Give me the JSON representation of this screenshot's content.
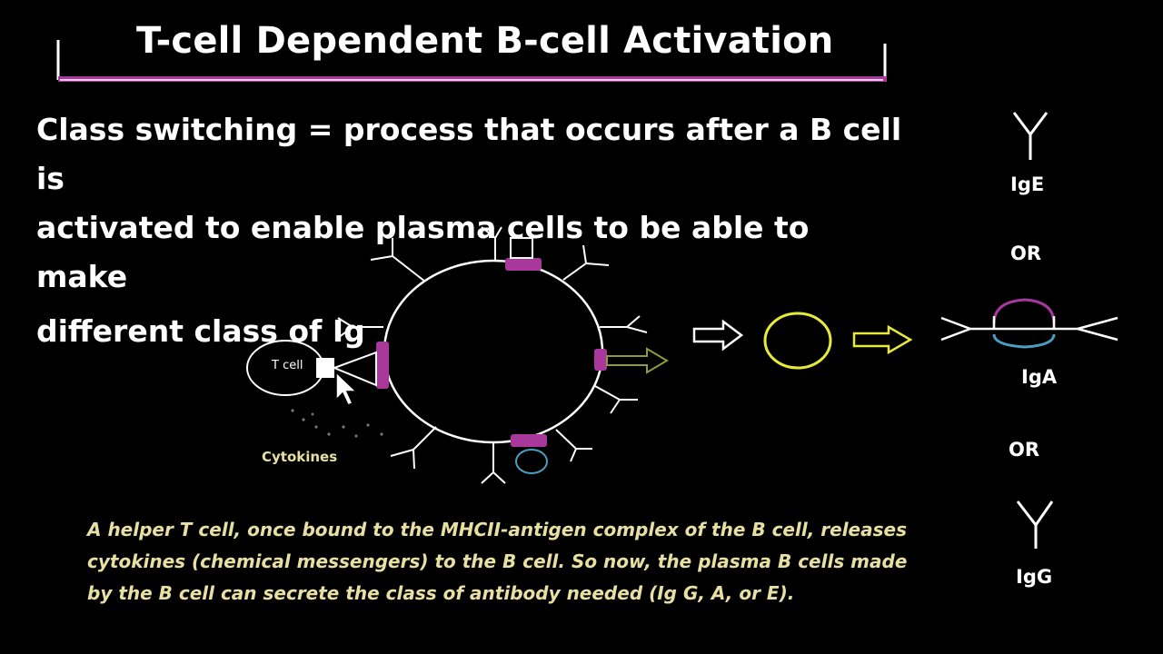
{
  "title": "T-cell Dependent B-cell Activation",
  "definition": {
    "line1": "Class switching = process that occurs after a B cell is",
    "line2": "activated to enable plasma cells to be able to make",
    "line3": "different class of Ig"
  },
  "diagram": {
    "t_cell_label": "T cell",
    "cytokines_label": "Cytokines",
    "options": [
      {
        "label": "IgE"
      },
      {
        "label": "OR"
      },
      {
        "label": "IgA"
      },
      {
        "label": "OR"
      },
      {
        "label": "IgG"
      }
    ]
  },
  "caption": {
    "line1": "A helper T cell, once bound to the MHCII-antigen complex of the B cell, releases",
    "line2": "cytokines (chemical messengers) to the B cell. So now, the plasma B cells made",
    "line3": "by the B cell can secrete the class of antibody needed (Ig G, A, or E)."
  },
  "colors": {
    "accent_purple": "#a8389c",
    "plasma_cell_yellow": "#e8ea3a",
    "arrow_olive": "#8f9a3c",
    "iga_blue": "#4a9ec2",
    "caption_text": "#e8e0a2"
  }
}
